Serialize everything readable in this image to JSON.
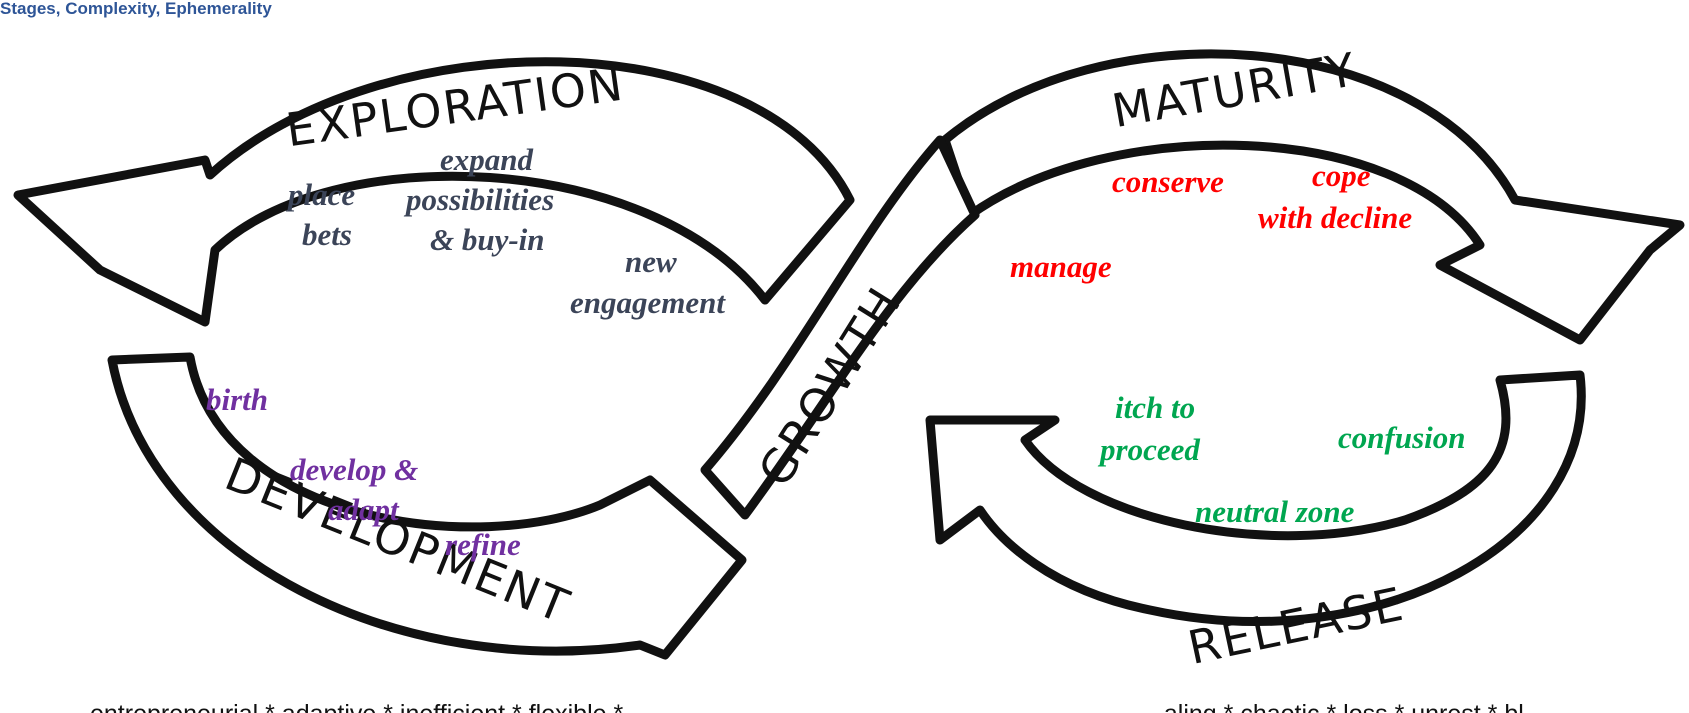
{
  "header": {
    "text": "Stages, Complexity, Ephemerality",
    "color": "#2e5597"
  },
  "stages": {
    "exploration": "EXPLORATION",
    "maturity": "MATURITY",
    "growth": "GROWTH",
    "development": "DEVELOPMENT",
    "release": "RELEASE"
  },
  "colors": {
    "exploration_notes": "#3b4458",
    "maturity_notes": "#ff0000",
    "development_notes": "#7030a0",
    "release_notes": "#00a650"
  },
  "notes": {
    "exploration": {
      "place_bets_1": "place",
      "place_bets_2": "bets",
      "expand_1": "expand",
      "expand_2": "possibilities",
      "expand_3": "& buy-in",
      "engagement_1": "new",
      "engagement_2": "engagement"
    },
    "maturity": {
      "conserve": "conserve",
      "cope_1": "cope",
      "cope_2": "with decline",
      "manage": "manage"
    },
    "development": {
      "birth": "birth",
      "develop_1": "develop &",
      "develop_2": "adapt",
      "refine": "refine"
    },
    "release": {
      "itch_1": "itch to",
      "itch_2": "proceed",
      "confusion": "confusion",
      "neutral_zone": "neutral zone"
    }
  },
  "footer": {
    "left": "entrepreneurial * adaptive * inefficient * flexible *",
    "right": "..aling * chaotic * loss * unrest * bl.."
  }
}
